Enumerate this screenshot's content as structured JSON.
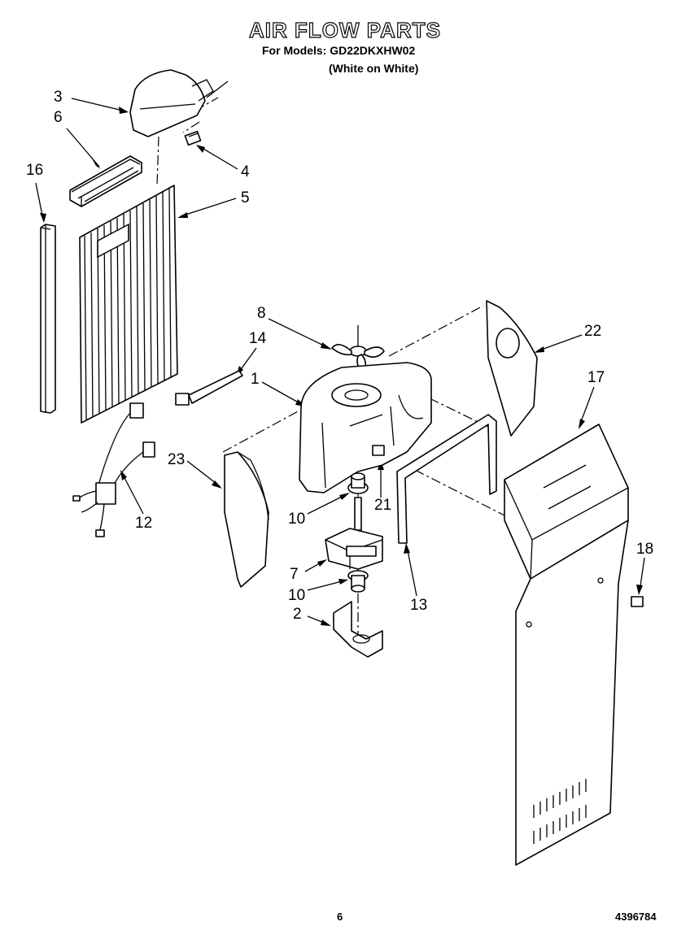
{
  "header": {
    "title": "AIR FLOW PARTS",
    "models_line": "For Models: GD22DKXHW02",
    "color_line": "(White on White)"
  },
  "callouts": {
    "c1": "1",
    "c2": "2",
    "c3": "3",
    "c4": "4",
    "c5": "5",
    "c6": "6",
    "c7": "7",
    "c8": "8",
    "c10a": "10",
    "c10b": "10",
    "c12": "12",
    "c13": "13",
    "c14": "14",
    "c16": "16",
    "c17": "17",
    "c18": "18",
    "c21": "21",
    "c22": "22",
    "c23": "23"
  },
  "footer": {
    "page_number": "6",
    "doc_number": "4396784"
  }
}
